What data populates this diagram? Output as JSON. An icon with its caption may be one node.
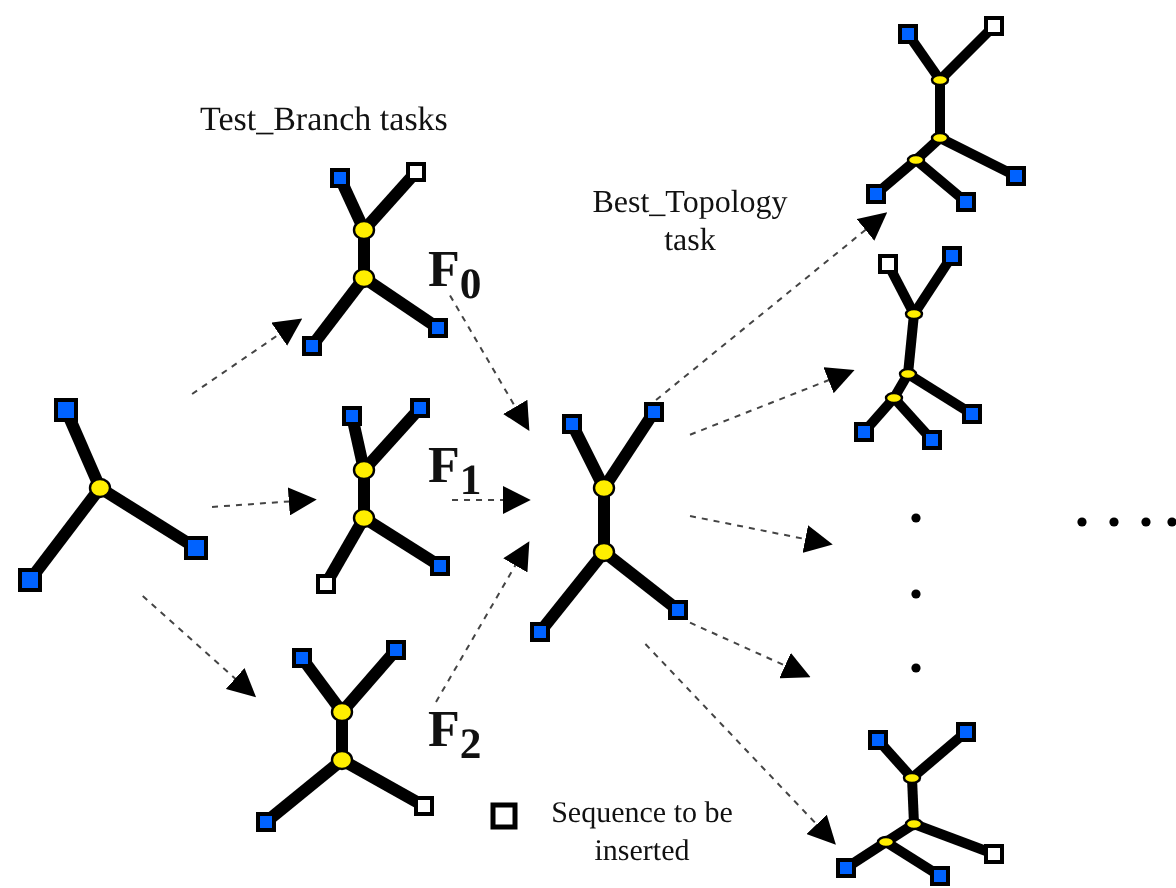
{
  "diagram": {
    "nodes": [
      {
        "text": [],
        "shape": "tree"
      },
      {
        "text": [],
        "shape": "tree"
      },
      {
        "text": [],
        "shape": "tree"
      },
      {
        "text": [],
        "shape": "tree"
      },
      {
        "text": [],
        "shape": "tree"
      },
      {
        "text": [],
        "shape": "tree"
      },
      {
        "text": [],
        "shape": "tree"
      },
      {
        "text": [],
        "shape": "tree"
      }
    ],
    "edges": [
      {
        "from": 0,
        "to": 1,
        "arrow": "to",
        "style": "dashed"
      },
      {
        "from": 0,
        "to": 2,
        "arrow": "to",
        "style": "dashed"
      },
      {
        "from": 0,
        "to": 3,
        "arrow": "to",
        "style": "dashed"
      },
      {
        "from": 1,
        "to": 4,
        "arrow": "to",
        "style": "dashed",
        "label": "F$_{0}$"
      },
      {
        "from": 2,
        "to": 4,
        "arrow": "to",
        "style": "dashed",
        "label": "F$_{1}$"
      },
      {
        "from": 3,
        "to": 4,
        "arrow": "to",
        "style": "dashed",
        "label": "F$_{2}$"
      },
      {
        "from": 4,
        "to": 5,
        "arrow": "to",
        "style": "dashed"
      },
      {
        "from": 4,
        "to": 6,
        "arrow": "to",
        "style": "dashed"
      },
      {
        "from": 4,
        "to": null,
        "arrow": "to",
        "style": "dashed"
      },
      {
        "from": 4,
        "to": null,
        "arrow": "to",
        "style": "dashed"
      },
      {
        "from": 4,
        "to": 7,
        "arrow": "to",
        "style": "dashed"
      }
    ],
    "labels": [
      "Test_Branch tasks",
      "Best_Topology task"
    ],
    "legend": [
      {
        "text": "Sequence to be inserted"
      }
    ]
  }
}
